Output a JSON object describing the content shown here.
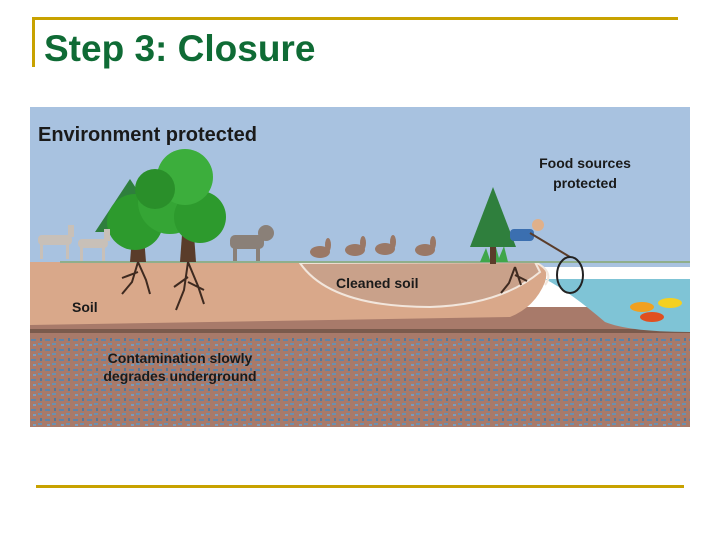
{
  "slide": {
    "title": "Step 3: Closure"
  },
  "illustration": {
    "heading": "Environment protected",
    "labels": {
      "food_sources_line1": "Food sources",
      "food_sources_line2": "protected",
      "cleaned_soil": "Cleaned soil",
      "soil": "Soil",
      "contamination_line1": "Contamination slowly",
      "contamination_line2": "degrades underground"
    }
  },
  "colors": {
    "title": "#0f6b35",
    "rule": "#c8a200",
    "sky": "#a8c2e0",
    "topsoil": "#d9a88a",
    "subsoil": "#a87a6a",
    "contamination": "#5f85a8",
    "water": "#7fc4d6",
    "tree": "#2d9a2d"
  }
}
